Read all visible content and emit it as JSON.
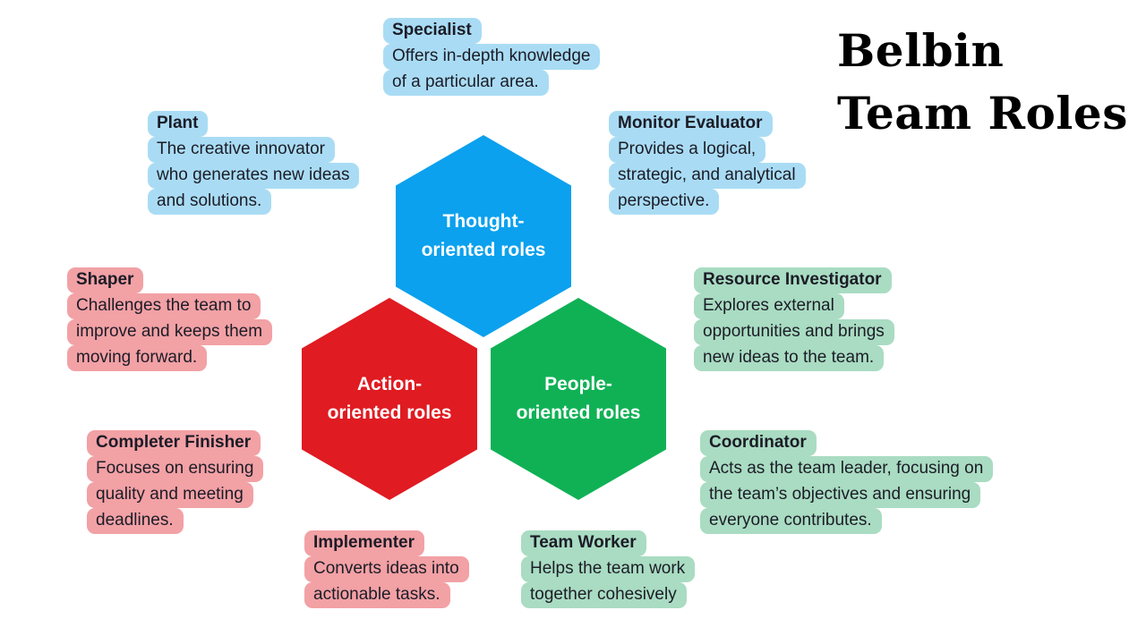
{
  "page_title": {
    "line1": "Belbin",
    "line2": "Team Roles"
  },
  "colors": {
    "thought": "#0ba1ee",
    "action": "#e01b22",
    "people": "#10b155",
    "thought_light": "#a9dcf4",
    "action_light": "#f2a1a5",
    "people_light": "#a9dcc2",
    "text_dark": "#1c1c27"
  },
  "hexagons": {
    "thought": {
      "label_line1": "Thought-",
      "label_line2": "oriented roles"
    },
    "action": {
      "label_line1": "Action-",
      "label_line2": "oriented roles"
    },
    "people": {
      "label_line1": "People-",
      "label_line2": "oriented roles"
    }
  },
  "callouts": {
    "specialist": {
      "title": "Specialist",
      "line1": "Offers in-depth knowledge",
      "line2": "of a particular area."
    },
    "plant": {
      "title": "Plant",
      "line1": "The creative innovator",
      "line2": "who generates new ideas",
      "line3": "and solutions."
    },
    "monitor_evaluator": {
      "title": "Monitor Evaluator",
      "line1": "Provides a logical,",
      "line2": "strategic, and analytical",
      "line3": "perspective."
    },
    "shaper": {
      "title": "Shaper",
      "line1": "Challenges the team to",
      "line2": "improve and keeps them",
      "line3": "moving forward."
    },
    "completer_finisher": {
      "title": "Completer Finisher",
      "line1": "Focuses on ensuring",
      "line2": "quality and meeting",
      "line3": "deadlines."
    },
    "implementer": {
      "title": "Implementer",
      "line1": "Converts ideas into",
      "line2": "actionable tasks."
    },
    "team_worker": {
      "title": "Team Worker",
      "line1": "Helps the team work",
      "line2": "together cohesively"
    },
    "resource_investigator": {
      "title": "Resource Investigator",
      "line1": "Explores external",
      "line2": "opportunities and brings",
      "line3": "new ideas to the team."
    },
    "coordinator": {
      "title": "Coordinator",
      "line1": "Acts as the team leader, focusing on",
      "line2": "the team’s objectives and ensuring",
      "line3": "everyone contributes."
    }
  }
}
